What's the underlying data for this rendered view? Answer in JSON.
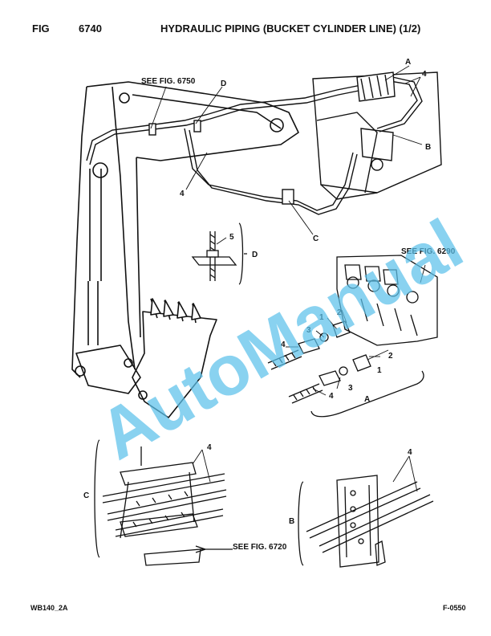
{
  "header": {
    "fig_label": "FIG",
    "fig_number": "6740",
    "title": "HYDRAULIC PIPING (BUCKET CYLINDER LINE) (1/2)"
  },
  "footer": {
    "model_code": "WB140_2A",
    "page_code": "F-0550"
  },
  "watermark": {
    "text": "AutoManual",
    "color": "#5bc0ea"
  },
  "callouts": {
    "see_fig_6750": "SEE FIG. 6750",
    "see_fig_6290": "SEE FIG. 6290",
    "see_fig_6720": "SEE FIG. 6720",
    "letter_a": "A",
    "letter_b": "B",
    "letter_c": "C",
    "letter_d": "D",
    "item_1": "1",
    "item_2": "2",
    "item_3": "3",
    "item_4": "4",
    "item_5": "5"
  }
}
